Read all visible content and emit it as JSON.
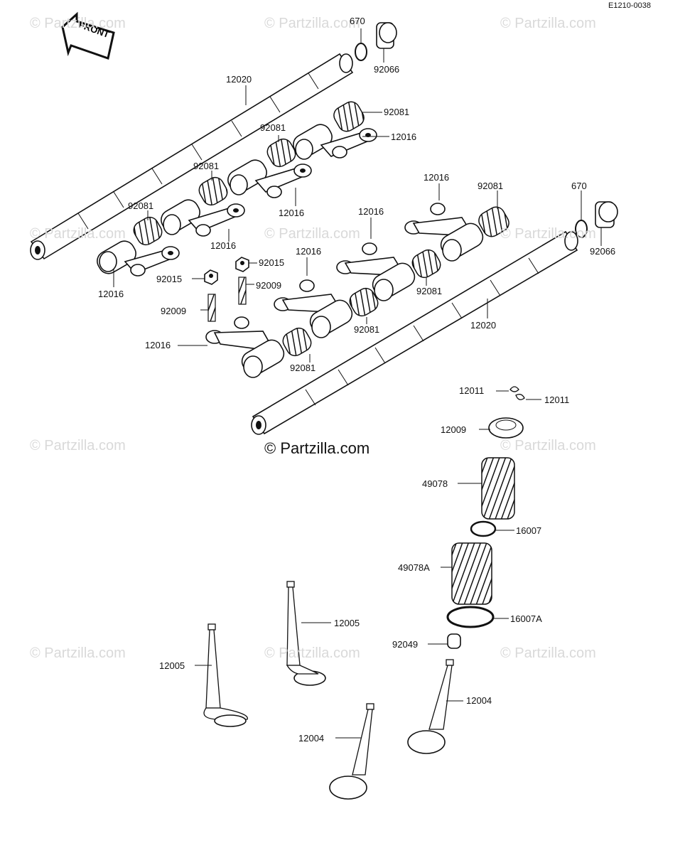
{
  "diagram": {
    "code": "E1210-0038",
    "front_label": "FRONT",
    "watermark": "© Partzilla.com",
    "watermark_main": "© Partzilla.com"
  },
  "labels": {
    "p670_top": "670",
    "p92066_top": "92066",
    "p12020_top": "12020",
    "p92081_a": "92081",
    "p12016_a": "12016",
    "p92081_b": "92081",
    "p12016_b": "12016",
    "p92081_c": "92081",
    "p12016_c": "12016",
    "p92081_d": "92081",
    "p12016_d": "12016",
    "p92015_a": "92015",
    "p92015_b": "92015",
    "p92009_a": "92009",
    "p92009_b": "92009",
    "p12016_e": "12016",
    "p12016_f": "12016",
    "p12016_g": "12016",
    "p12016_h": "12016",
    "p92081_e": "92081",
    "p92081_f": "92081",
    "p92081_g": "92081",
    "p92081_h": "92081",
    "p670_right": "670",
    "p92066_right": "92066",
    "p12020_right": "12020",
    "p12011_a": "12011",
    "p12011_b": "12011",
    "p12009": "12009",
    "p49078": "49078",
    "p16007": "16007",
    "p49078A": "49078A",
    "p16007A": "16007A",
    "p92049": "92049",
    "p12005_a": "12005",
    "p12005_b": "12005",
    "p12004_a": "12004",
    "p12004_b": "12004"
  }
}
